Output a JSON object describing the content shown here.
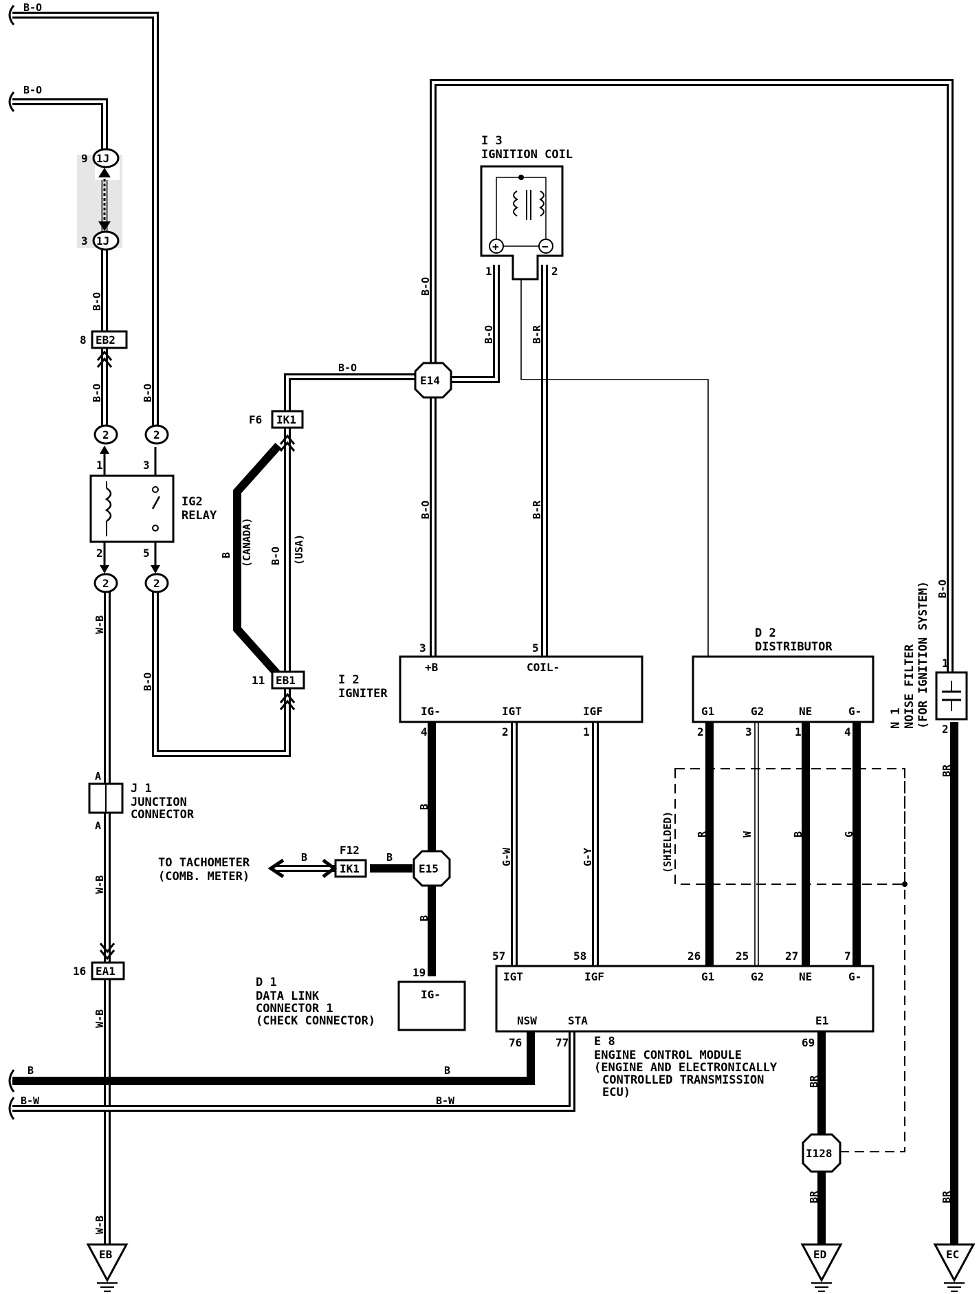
{
  "labels": {
    "topleft_bo_1": "B-O",
    "topleft_bo_2": "B-O",
    "bo_vert_1": "B-O",
    "bo_vert_2": "B-O",
    "bo_vert_3": "B-O",
    "bo_right": "B-O",
    "bo_e14": "B-O",
    "bo_igniter": "B-O",
    "bo_ign_coil_left": "B-O",
    "br_coil": "B-R",
    "br_igniter": "B-R",
    "bo_canada_b": "B",
    "canada": "(CANADA)",
    "bo_usa": "B-O",
    "usa": "(USA)",
    "wb_1": "W-B",
    "wb_2": "W-B",
    "wb_3": "W-B",
    "wb_4": "W-B",
    "bo_relay5": "B-O",
    "b_igniter": "B",
    "b_e15_down": "B",
    "gw": "G-W",
    "gy": "G-Y",
    "r": "R",
    "w": "W",
    "b_ne": "B",
    "g": "G",
    "shielded": "(SHIELDED)",
    "b_left": "B",
    "b_mid": "B",
    "bw_left": "B-W",
    "bw_mid": "B-W",
    "br_e1": "BR",
    "br_ed": "BR",
    "br_n1": "BR",
    "br_ec": "BR",
    "bo_n1": "B-O",
    "b_tach": "B",
    "b_f12": "B"
  },
  "components": {
    "ign_coil_id": "I 3",
    "ign_coil_name": "IGNITION COIL",
    "relay_name_1": "IG2",
    "relay_name_2": "RELAY",
    "igniter_id": "I 2",
    "igniter_name": "IGNITER",
    "igniter_pb": "+B",
    "igniter_coil": "COIL-",
    "igniter_igm": "IG-",
    "igniter_igt": "IGT",
    "igniter_igf": "IGF",
    "dist_id": "D 2",
    "dist_name": "DISTRIBUTOR",
    "dist_g1": "G1",
    "dist_g2": "G2",
    "dist_ne": "NE",
    "dist_gm": "G-",
    "jc_id": "J 1",
    "jc_name_1": "JUNCTION",
    "jc_name_2": "CONNECTOR",
    "jc_a_top": "A",
    "jc_a_bot": "A",
    "dlc_id": "D 1",
    "dlc_name_1": "DATA LINK",
    "dlc_name_2": "CONNECTOR 1",
    "dlc_name_3": "(CHECK CONNECTOR)",
    "dlc_igm": "IG-",
    "tach_1": "TO TACHOMETER",
    "tach_2": "(COMB. METER)",
    "ecm_id": "E 8",
    "ecm_name_1": "ENGINE CONTROL MODULE",
    "ecm_name_2": "(ENGINE AND ELECTRONICALLY",
    "ecm_name_3": "CONTROLLED TRANSMISSION",
    "ecm_name_4": "ECU)",
    "ecm_igt": "IGT",
    "ecm_igf": "IGF",
    "ecm_g1": "G1",
    "ecm_g2": "G2",
    "ecm_ne": "NE",
    "ecm_gm": "G-",
    "ecm_nsw": "NSW",
    "ecm_sta": "STA",
    "ecm_e1": "E1",
    "nf_id": "N 1",
    "nf_name_1": "NOISE FILTER",
    "nf_name_2": "(FOR IGNITION SYSTEM)"
  },
  "connectors": {
    "c1j_top": "1J",
    "c1j_bot": "1J",
    "eb2": "EB2",
    "c2_a": "2",
    "c2_b": "2",
    "c2_c": "2",
    "c2_d": "2",
    "ik1_f6": "IK1",
    "eb1": "EB1",
    "e14": "E14",
    "e15": "E15",
    "ik1_f12": "IK1",
    "ea1": "EA1",
    "i128": "I128",
    "eb": "EB",
    "ed": "ED",
    "ec": "EC"
  },
  "pins": {
    "p9": "9",
    "p3_1j": "3",
    "p8": "8",
    "p1_relay": "1",
    "p3_relay": "3",
    "p2_relay": "2",
    "p5_relay": "5",
    "f6": "F6",
    "p11": "11",
    "f12": "F12",
    "p16": "16",
    "coil_1": "1",
    "coil_2": "2",
    "ign_3": "3",
    "ign_5": "5",
    "ign_4": "4",
    "ign_2": "2",
    "ign_1": "1",
    "dist_2": "2",
    "dist_3": "3",
    "dist_1": "1",
    "dist_4": "4",
    "dlc_19": "19",
    "ecm_57": "57",
    "ecm_58": "58",
    "ecm_26": "26",
    "ecm_25": "25",
    "ecm_27": "27",
    "ecm_7": "7",
    "ecm_76": "76",
    "ecm_77": "77",
    "ecm_69": "69",
    "nf_1": "1",
    "nf_2": "2"
  }
}
